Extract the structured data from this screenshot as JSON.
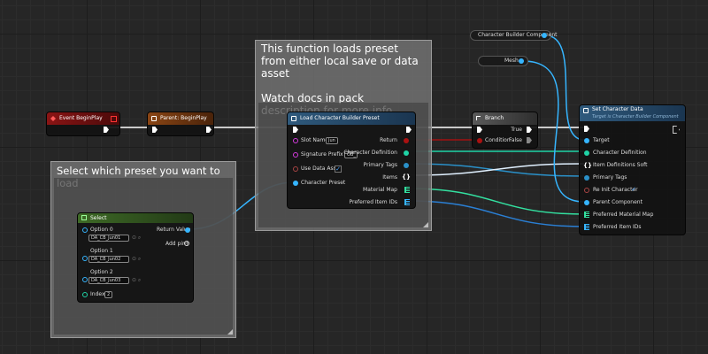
{
  "comments": {
    "load_preset": "This function loads preset from either local save or data asset\n\nWatch docs in pack description for more info",
    "select_preset": "Select which preset you want to load"
  },
  "nodes": {
    "event_begin_play": {
      "title": "Event BeginPlay",
      "color": "#7a1010"
    },
    "parent_begin_play": {
      "title": "Parent: BeginPlay",
      "color": "#7a3a12"
    },
    "load_preset": {
      "title": "Load Character Builder Preset",
      "inputs": {
        "slot_name": "Slot Name",
        "slot_name_value": "Jun",
        "signature_prefix": "Signature Prefix",
        "signature_prefix_value": "OB_",
        "use_data_asset": "Use Data Asset",
        "character_preset": "Character Preset"
      },
      "outputs": {
        "return": "Return",
        "character_definition": "Character Definition",
        "primary_tags": "Primary Tags",
        "items": "Items",
        "material_map": "Material Map",
        "preferred_item_ids": "Preferred Item IDs"
      }
    },
    "branch": {
      "title": "Branch",
      "condition": "Condition",
      "true_label": "True",
      "false_label": "False"
    },
    "select": {
      "title": "Select",
      "options": [
        {
          "label": "Option 0",
          "value": "DA_CB_Jun01"
        },
        {
          "label": "Option 1",
          "value": "DA_CB_Jun02"
        },
        {
          "label": "Option 2",
          "value": "DA_CB_Jun03"
        }
      ],
      "return_value": "Return Value",
      "add_pin": "Add pin",
      "index": "Index",
      "index_value": "2"
    },
    "character_builder_component": {
      "title": "Character Builder Component"
    },
    "mesh": {
      "title": "Mesh"
    },
    "set_character_data": {
      "title": "Set Character Data",
      "subtitle": "Target is Character Builder Component",
      "inputs": {
        "target": "Target",
        "character_definition": "Character Definition",
        "item_definitions_soft": "Item Definitions Soft",
        "primary_tags": "Primary Tags",
        "re_init_character": "Re Init Character",
        "parent_component": "Parent Component",
        "preferred_material_map": "Preferred Material Map",
        "preferred_item_ids": "Preferred Item IDs"
      }
    }
  },
  "colors": {
    "event_header": "#7a1010",
    "function_header": "#2c4f6d",
    "select_header": "#3e5a28",
    "exec": "#ffffff",
    "object_pin": "#36b5ff",
    "struct_pin": "#1fd3a6",
    "bool_pin": "#a11",
    "string_pin": "#d63be0",
    "material_map_wire": "#33e0a0",
    "item_ids_wire": "#2a7fd4"
  },
  "icons": [
    "event-icon",
    "function-icon",
    "branch-icon",
    "select-icon",
    "checkbox-icon",
    "add-pin-icon",
    "browse-icon",
    "search-icon",
    "array-icon",
    "set-icon",
    "exec-pin-icon"
  ]
}
